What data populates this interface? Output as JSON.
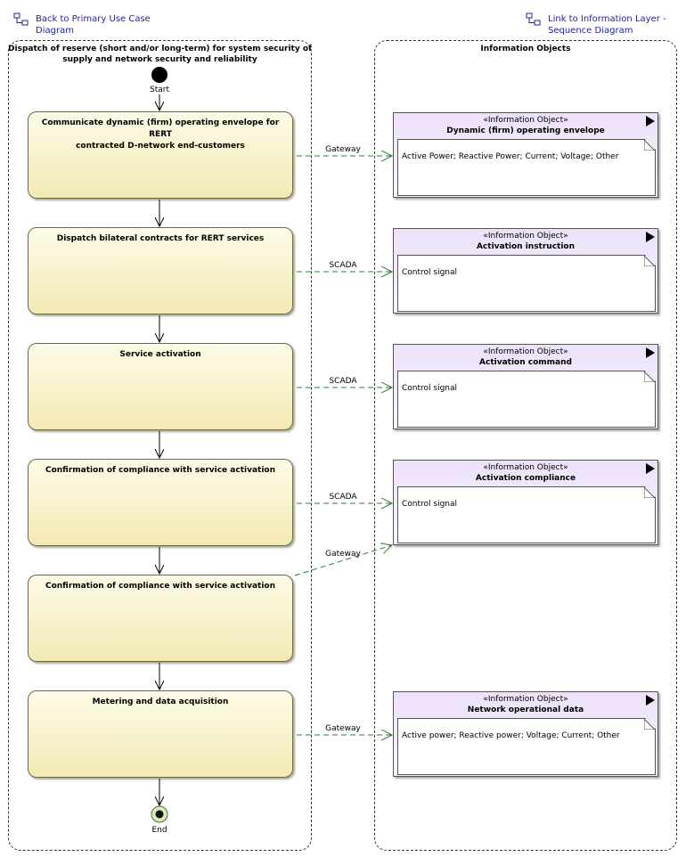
{
  "links": {
    "back": {
      "line1": "Back to Primary Use Case",
      "line2": "Diagram"
    },
    "info": {
      "line1": "Link to Information Layer -",
      "line2": "Sequence Diagram"
    }
  },
  "lanes": {
    "left_title_line1": "Dispatch of reserve (short and/or long-term) for system security of",
    "left_title_line2": "supply and network security and reliability",
    "right_title": "Information Objects"
  },
  "nodes": {
    "start": "Start",
    "end": "End"
  },
  "activities": [
    {
      "line1": "Communicate dynamic (firm) operating envelope for RERT",
      "line2": "contracted D-network end-customers"
    },
    {
      "line1": "Dispatch bilateral contracts for RERT services",
      "line2": ""
    },
    {
      "line1": "Service activation",
      "line2": ""
    },
    {
      "line1": "Confirmation of compliance with service activation",
      "line2": ""
    },
    {
      "line1": "Confirmation of compliance with service activation",
      "line2": ""
    },
    {
      "line1": "Metering and data acquisition",
      "line2": ""
    }
  ],
  "objects": [
    {
      "stereotype": "«Information Object»",
      "name": "Dynamic (firm) operating envelope",
      "attributes": "Active Power; Reactive Power; Current; Voltage; Other"
    },
    {
      "stereotype": "«Information Object»",
      "name": "Activation instruction",
      "attributes": "Control signal"
    },
    {
      "stereotype": "«Information Object»",
      "name": "Activation command",
      "attributes": "Control signal"
    },
    {
      "stereotype": "«Information Object»",
      "name": "Activation compliance",
      "attributes": "Control signal"
    },
    {
      "stereotype": "«Information Object»",
      "name": "Network operational data",
      "attributes": "Active power; Reactive power; Voltage; Current; Other"
    }
  ],
  "flows": [
    "Gateway",
    "SCADA",
    "SCADA",
    "SCADA",
    "Gateway",
    "Gateway"
  ],
  "colors": {
    "activity_fill": "#f3e9b4",
    "object_fill": "#ede1fa",
    "flow_line": "#2e7d32",
    "link_text": "#1f1f9f"
  }
}
